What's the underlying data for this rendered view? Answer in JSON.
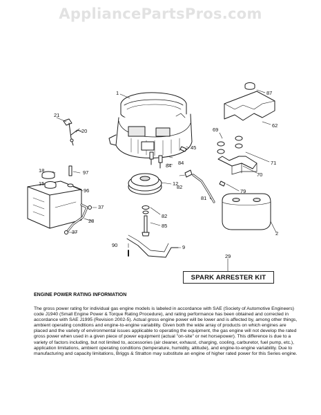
{
  "watermark": "AppliancePartsPros.com",
  "callouts": [
    {
      "id": "c1",
      "text": "1"
    },
    {
      "id": "c2",
      "text": "2"
    },
    {
      "id": "c9",
      "text": "9"
    },
    {
      "id": "c12",
      "text": "12"
    },
    {
      "id": "c15",
      "text": "15"
    },
    {
      "id": "c18",
      "text": "18"
    },
    {
      "id": "c20",
      "text": "20"
    },
    {
      "id": "c21",
      "text": "21"
    },
    {
      "id": "c28",
      "text": "28"
    },
    {
      "id": "c29",
      "text": "29"
    },
    {
      "id": "c37a",
      "text": "37"
    },
    {
      "id": "c37b",
      "text": "37"
    },
    {
      "id": "c45",
      "text": "45"
    },
    {
      "id": "c62",
      "text": "62"
    },
    {
      "id": "c69",
      "text": "69"
    },
    {
      "id": "c70",
      "text": "70"
    },
    {
      "id": "c71",
      "text": "71"
    },
    {
      "id": "c79",
      "text": "79"
    },
    {
      "id": "c81",
      "text": "81"
    },
    {
      "id": "c82a",
      "text": "82"
    },
    {
      "id": "c82b",
      "text": "82"
    },
    {
      "id": "c84a",
      "text": "84"
    },
    {
      "id": "c84b",
      "text": "84"
    },
    {
      "id": "c85",
      "text": "85"
    },
    {
      "id": "c87",
      "text": "87"
    },
    {
      "id": "c90",
      "text": "90"
    },
    {
      "id": "c96",
      "text": "96"
    },
    {
      "id": "c97",
      "text": "97"
    }
  ],
  "kit_label": "SPARK ARRESTER KIT",
  "section_title": "ENGINE POWER RATING INFORMATION",
  "body_text": "The gross power rating for individual gas engine models is labeled in accordance with SAE (Society of Automotive Engineers) code J1940 (Small Engine Power & Torque Rating Procedure), and rating performance has been obtained and corrected in accordance with SAE J1995 (Revision 2002-5). Actual gross engine power will be lower and is affected by, among other things, ambient operating conditions and engine-to-engine variability. Given both the wide array of products on which engines are placed and the variety of environmental issues applicable to operating the equipment, the gas engine will not develop the rated gross power when used in a given piece of power equipment (actual \"on-site\" or net horsepower). This difference is due to a variety of factors including, but not limited to, accessories (air cleaner, exhaust, charging, cooling, carburetor, fuel pump, etc.), application limitations, ambient operating conditions (temperature, humidity, altitude), and engine-to-engine variability. Due to manufacturing and capacity limitations, Briggs & Stratton may substitute an engine of higher rated power for this Series engine."
}
